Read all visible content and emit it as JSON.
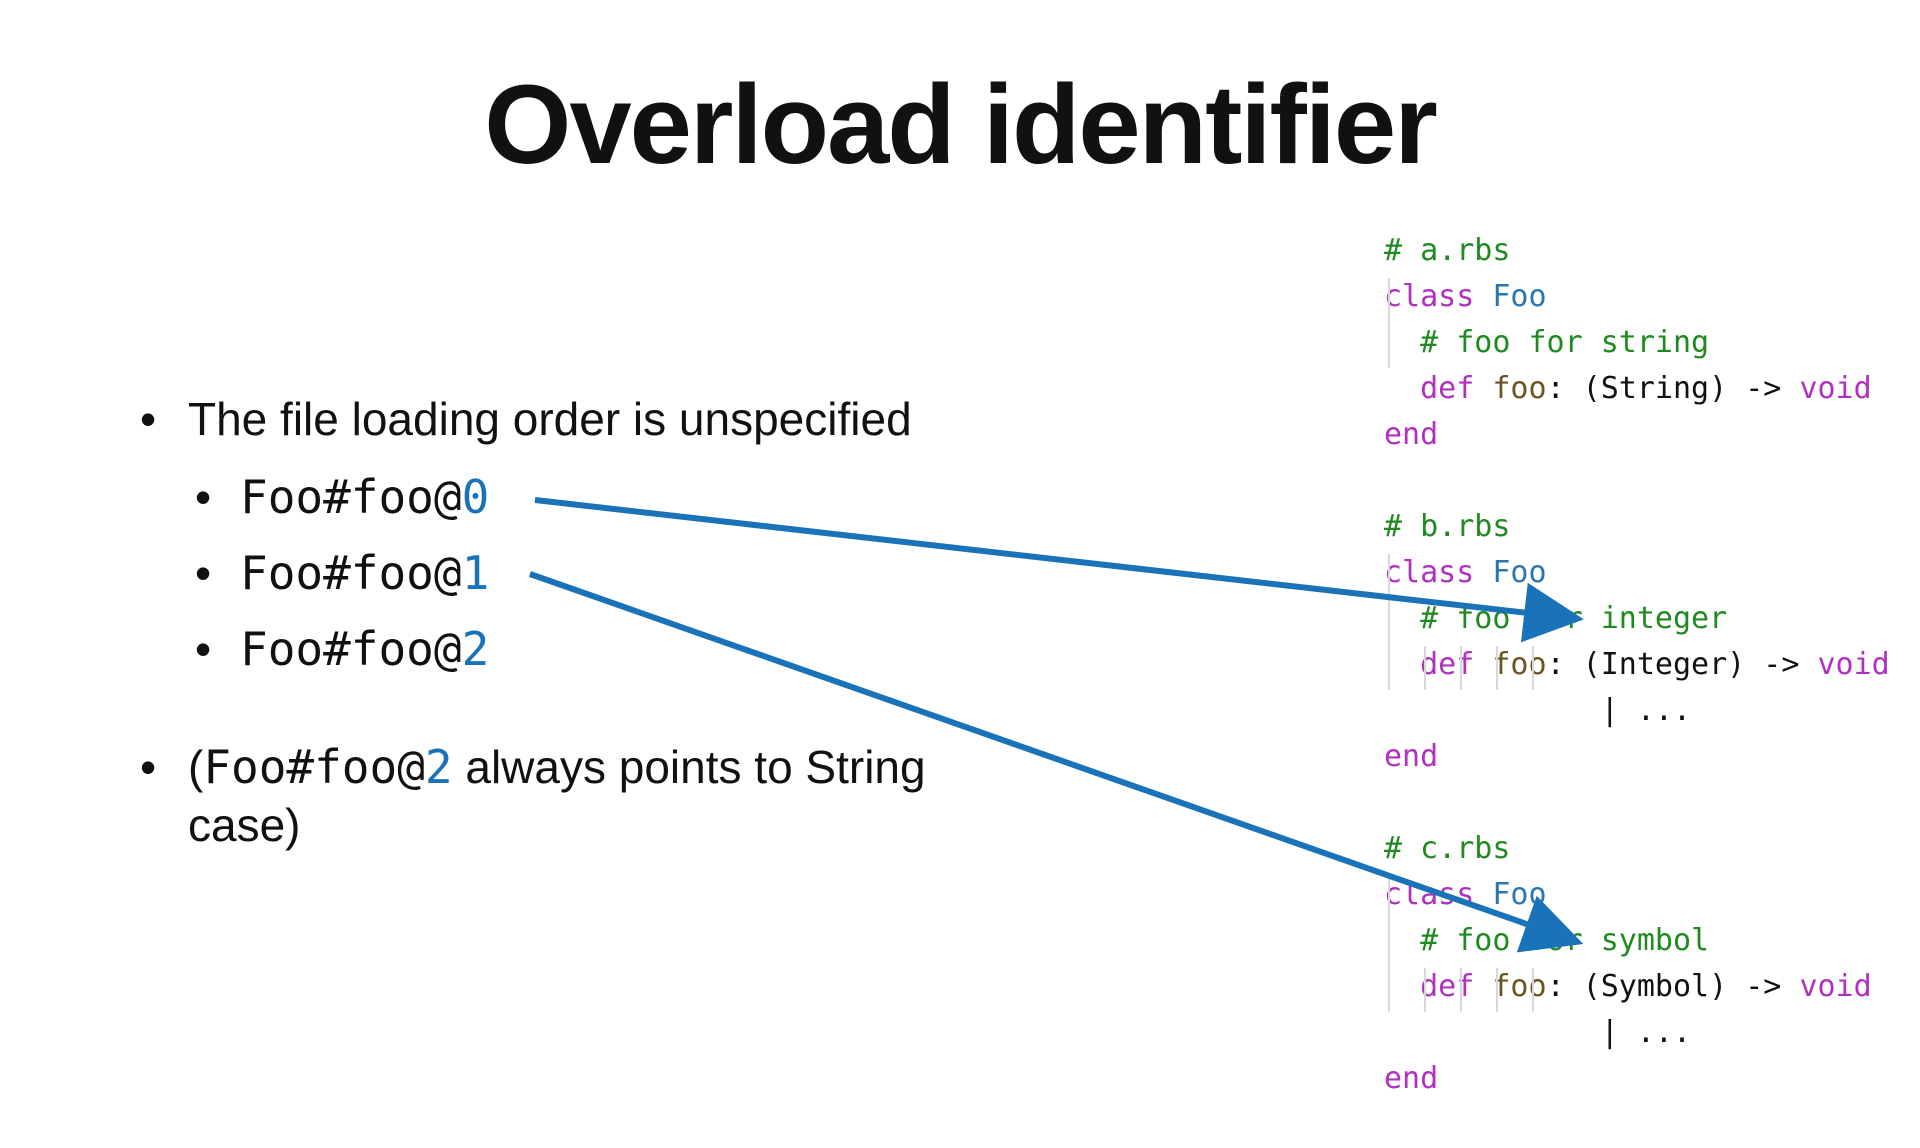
{
  "title": "Overload identifier",
  "bullets": {
    "main1": "The file loading order is unspecified",
    "sub": [
      {
        "prefix": "Foo#foo@",
        "num": "0"
      },
      {
        "prefix": "Foo#foo@",
        "num": "1"
      },
      {
        "prefix": "Foo#foo@",
        "num": "2"
      }
    ],
    "main2": {
      "open": "(",
      "code_prefix": "Foo#foo@",
      "code_num": "2",
      "rest_line1": " always points to String",
      "rest_line2": "case)"
    }
  },
  "code_files": [
    {
      "filename_comment": "# a.rbs",
      "class_kw": "class",
      "class_name": "Foo",
      "comment": "# foo for string",
      "def_kw": "def",
      "method": "foo",
      "colon": ":",
      "sig": " (String) ->",
      "ret": "void",
      "cont": "",
      "end_kw": "end"
    },
    {
      "filename_comment": "# b.rbs",
      "class_kw": "class",
      "class_name": "Foo",
      "comment": "# foo for integer",
      "def_kw": "def",
      "method": "foo",
      "colon": ":",
      "sig": " (Integer) ->",
      "ret": "void",
      "cont": "| ...",
      "end_kw": "end"
    },
    {
      "filename_comment": "# c.rbs",
      "class_kw": "class",
      "class_name": "Foo",
      "comment": "# foo for symbol",
      "def_kw": "def",
      "method": "foo",
      "colon": ":",
      "sig": " (Symbol) ->",
      "ret": "void",
      "cont": "| ...",
      "end_kw": "end"
    }
  ],
  "colors": {
    "arrow": "#1a73b8",
    "comment": "#1f8a1f",
    "keyword": "#b030c0",
    "class_name": "#2a76b0"
  }
}
